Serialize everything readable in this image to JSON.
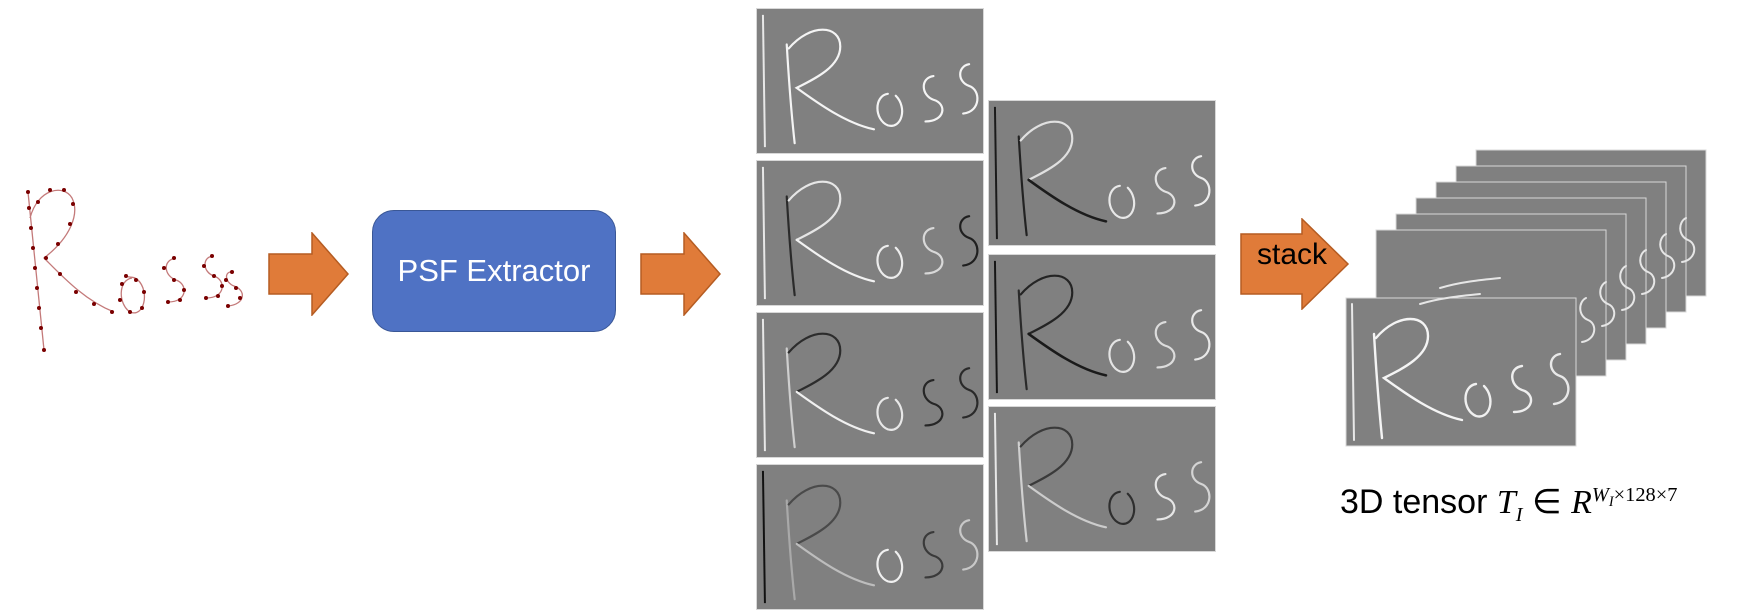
{
  "diagram": {
    "input_word_icon": "handwritten-ross-dotted-trajectory",
    "extractor_label": "PSF Extractor",
    "stack_label": "stack",
    "tensor_label": {
      "prefix": "3D tensor",
      "symbol": "T",
      "symbol_sub": "I",
      "relation": "∈",
      "space": "R",
      "exp_base": "W",
      "exp_sub": "I",
      "exp_rest": "×128×7"
    },
    "feature_map_count": 7,
    "colors": {
      "arrow_fill": "#e07b39",
      "arrow_stroke": "#b55c22",
      "extractor_fill": "#4f72c4",
      "tile_background": "#808080",
      "trajectory_dot": "#7a0000"
    }
  }
}
